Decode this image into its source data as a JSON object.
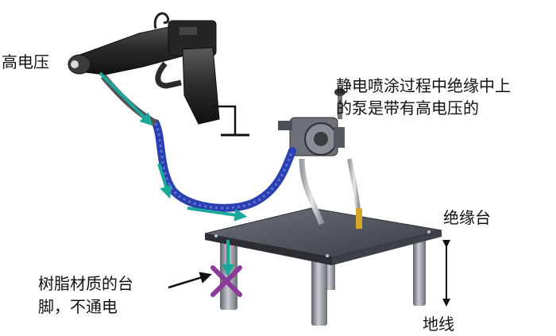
{
  "labels": {
    "high_voltage": "高电压",
    "pump_note_line1": "静电喷涂过程中绝缘中上",
    "pump_note_line2": "的泵是带有高电压的",
    "insulated_platform": "绝缘台",
    "resin_legs_line1": "树脂材质的台",
    "resin_legs_line2": "脚，不通电",
    "ground": "地线"
  },
  "colors": {
    "arrow": "#1aa89a",
    "hose": "#2a3fb0",
    "cross": "#8b3a9a",
    "gun_body": "#2a2a2a",
    "table_top": "#4a4d55",
    "leg": "#8c9096"
  },
  "icons": {
    "ground_symbol": "ground-icon",
    "no_current_mark": "cross-icon",
    "height_indicator": "double-arrow-icon"
  }
}
